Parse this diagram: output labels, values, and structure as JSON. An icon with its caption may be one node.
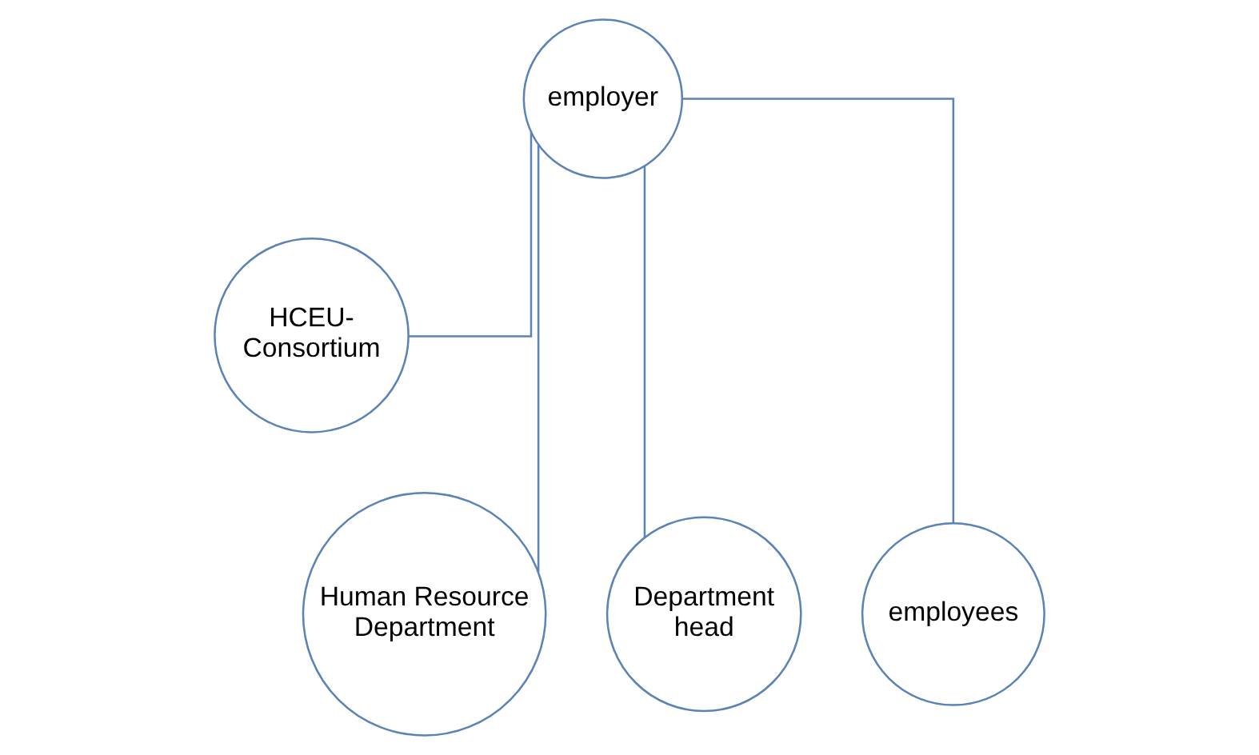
{
  "diagram": {
    "nodes": [
      {
        "text": [
          "employer"
        ]
      },
      {
        "text": [
          "HCEU-Consortium"
        ]
      },
      {
        "text": [
          "Human Resource Department"
        ]
      },
      {
        "text": [
          "Department head"
        ]
      },
      {
        "text": [
          "employees"
        ]
      }
    ],
    "edges": [
      {
        "from": 0,
        "to": 1,
        "arrow": "none"
      },
      {
        "from": 0,
        "to": 2,
        "arrow": "none"
      },
      {
        "from": 0,
        "to": 3,
        "arrow": "none"
      },
      {
        "from": 0,
        "to": 4,
        "arrow": "none"
      }
    ]
  }
}
